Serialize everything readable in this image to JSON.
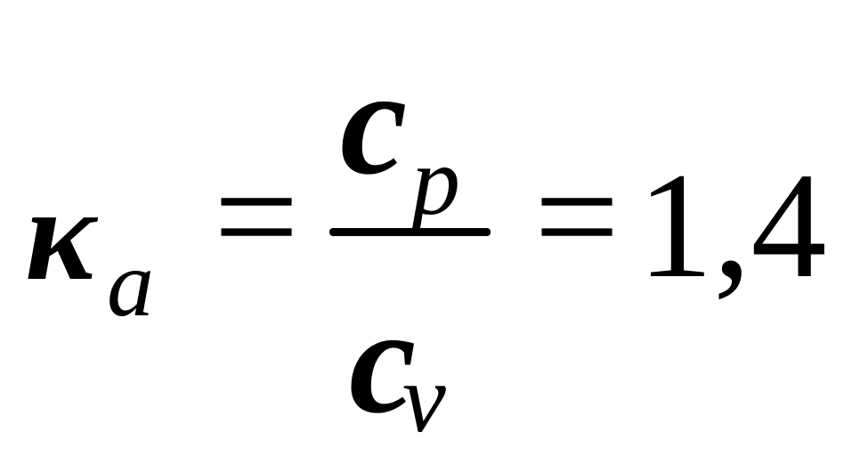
{
  "formula": {
    "lhs_symbol": "κ",
    "lhs_subscript": "a",
    "equals_1": "=",
    "numerator_symbol": "c",
    "numerator_subscript": "p",
    "denominator_symbol": "c",
    "denominator_subscript": "v",
    "equals_2": "=",
    "result": "1,4"
  }
}
